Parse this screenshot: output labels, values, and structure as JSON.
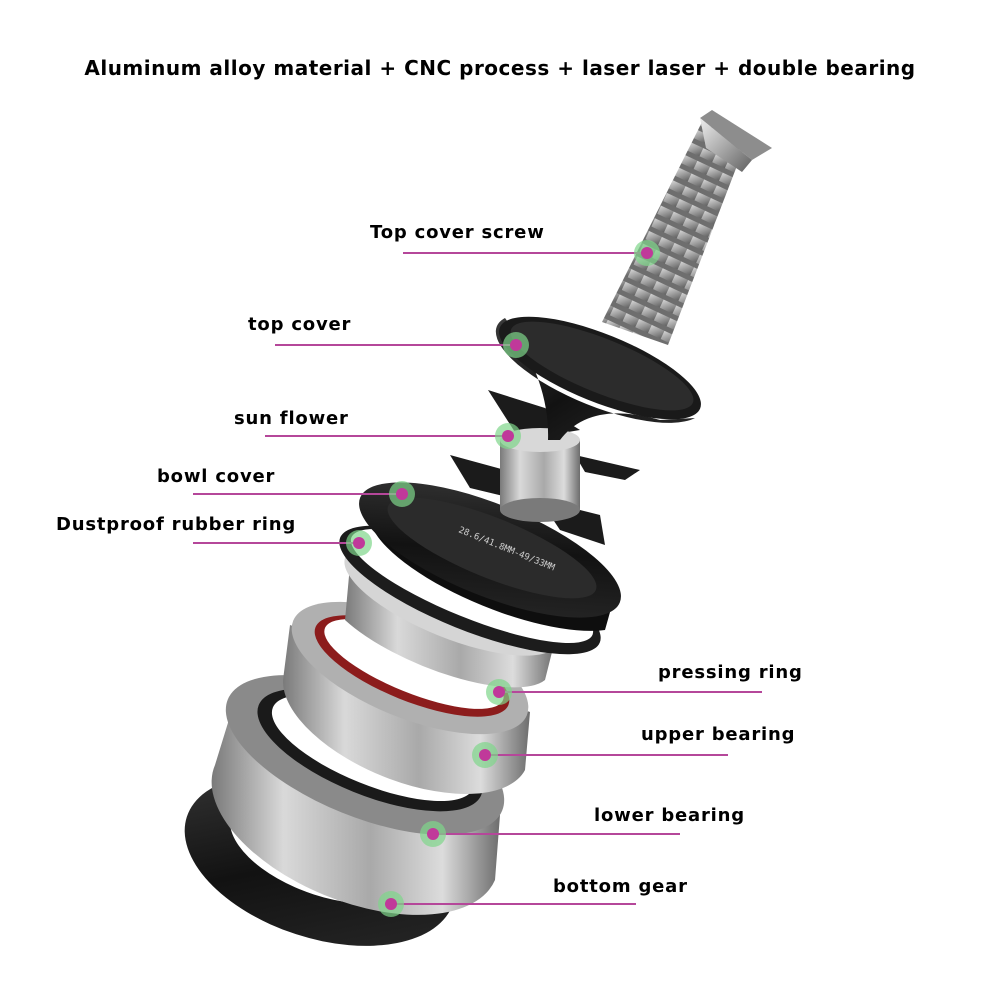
{
  "title": "Aluminum alloy material + CNC process + laser laser + double bearing",
  "parts": {
    "top_cover_screw": "Top cover screw",
    "top_cover": "top cover",
    "sun_flower": "sun flower",
    "bowl_cover": "bowl cover",
    "dustproof_rubber_ring": "Dustproof rubber ring",
    "pressing_ring": "pressing ring",
    "upper_bearing": "upper bearing",
    "lower_bearing": "lower bearing",
    "bottom_gear": "bottom gear"
  },
  "bowl_cover_engraving": "28.6/41.8MM-49/33MM",
  "colors": {
    "leader_line": "#b5479a",
    "marker_dot": "#c0399a",
    "marker_halo": "#7fd68a",
    "anodized_black": "#161616",
    "steel": "#b9b9b9"
  }
}
